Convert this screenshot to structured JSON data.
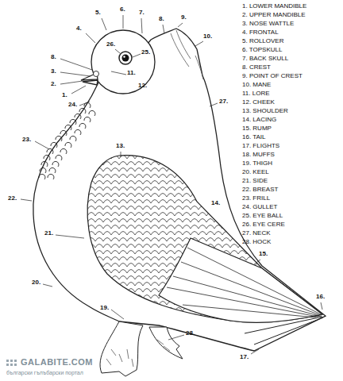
{
  "diagram": {
    "labels": [
      "1. LOWER MANDIBLE",
      "2. UPPER MANDIBLE",
      "3. NOSE WATTLE",
      "4. FRONTAL",
      "5. ROLLOVER",
      "6. TOPSKULL",
      "7. BACK SKULL",
      "8. CREST",
      "9. POINT OF CREST",
      "10. MANE",
      "11. LORE",
      "12. CHEEK",
      "13. SHOULDER",
      "14. LACING",
      "15. RUMP",
      "16. TAIL",
      "17. FLIGHTS",
      "18. MUFFS",
      "19. THIGH",
      "20. KEEL",
      "21. SIDE",
      "22. BREAST",
      "23. FRILL",
      "24. GULLET",
      "25. EYE BALL",
      "26. EYE CERE",
      "27. NECK",
      "28. HOCK",
      "4.",
      "5.",
      "6.",
      "7.",
      "8.",
      "9.",
      "10.",
      "26.",
      "25.",
      "8.",
      "3.",
      "2.",
      "1.",
      "11.",
      "12.",
      "24.",
      "27.",
      "23.",
      "13.",
      "22.",
      "14.",
      "21.",
      "15.",
      "20.",
      "19.",
      "16.",
      "28.",
      "17.",
      "GALABITE.COM",
      "български гълъбарски портал"
    ]
  }
}
